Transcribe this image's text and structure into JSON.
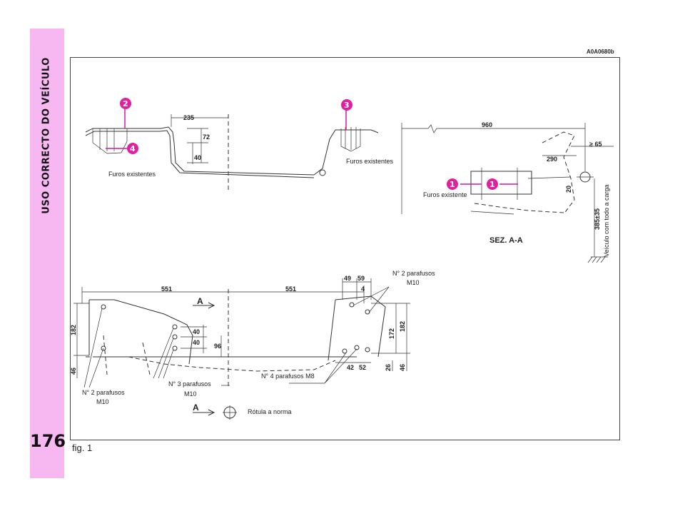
{
  "sidebar": {
    "section_title": "USO CORRECTO DO VEÍCULO",
    "page_number": "176"
  },
  "figure": {
    "code": "A0A0680b",
    "caption": "fig. 1",
    "badges": [
      "1",
      "1",
      "2",
      "3",
      "4"
    ],
    "labels": {
      "furos_existentes_left": "Furos existentes",
      "furos_existentes_right": "Furos existentes",
      "furos_existente": "Furos existente",
      "sez": "SEZ. A-A",
      "veiculo": "Veículo com todo a carga",
      "parafusos_top_1": "N° 2 parafusos",
      "parafusos_top_2": "M10",
      "parafusos_left_1": "N° 2 parafusos",
      "parafusos_left_2": "M10",
      "parafusos_mid_1": "N° 3 parafusos",
      "parafusos_mid_2": "M10",
      "parafusos_m8": "N° 4 parafusos M8",
      "rotula": "Rótula a norma",
      "section_a": "A"
    },
    "dimensions": {
      "d235": "235",
      "d72": "72",
      "d40": "40",
      "d960": "960",
      "d65": "≥ 65",
      "d290": "290",
      "d20": "20",
      "d385": "385±35",
      "d551a": "551",
      "d551b": "551",
      "d49": "49",
      "d59": "59",
      "d4": "4",
      "d182l": "182",
      "d46l": "46",
      "d40a": "40",
      "d40b": "40",
      "d96": "96",
      "d172": "172",
      "d182r": "182",
      "d42": "42",
      "d52": "52",
      "d26": "26",
      "d46r": "46"
    }
  }
}
